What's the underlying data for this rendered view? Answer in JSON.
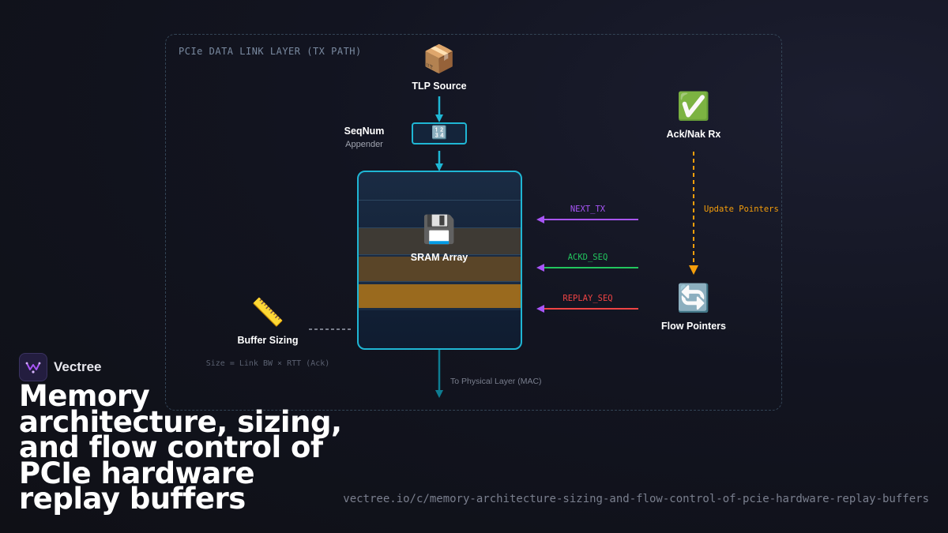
{
  "diagram": {
    "frame_title": "PCIe DATA LINK LAYER (TX PATH)",
    "nodes": {
      "tlp_source": {
        "icon": "📦",
        "icon_name": "package-icon",
        "label": "TLP Source"
      },
      "seqnum": {
        "icon": "🔢",
        "icon_name": "numbers-icon",
        "label": "SeqNum",
        "sublabel": "Appender"
      },
      "sram": {
        "icon": "💾",
        "icon_name": "floppy-disk-icon",
        "label": "SRAM Array"
      },
      "acknak": {
        "icon": "✅",
        "icon_name": "check-mark-icon",
        "label": "Ack/Nak Rx"
      },
      "flow_pointers": {
        "icon": "🔄",
        "icon_name": "refresh-arrows-icon",
        "label": "Flow Pointers"
      },
      "buffer_sizing": {
        "icon": "📏",
        "icon_name": "ruler-icon",
        "label": "Buffer Sizing",
        "formula": "Size = Link BW × RTT (Ack)"
      }
    },
    "pointers": [
      {
        "label": "NEXT_TX",
        "color": "#a855f7"
      },
      {
        "label": "ACKD_SEQ",
        "color": "#22c55e"
      },
      {
        "label": "REPLAY_SEQ",
        "color": "#ef4444"
      }
    ],
    "update_label": "Update Pointers",
    "update_color": "#f59e0b",
    "physical_label": "To Physical Layer (MAC)",
    "accent_color": "#1fb6d4"
  },
  "brand": {
    "name": "Vectree"
  },
  "headline": "Memory architecture, sizing, and flow control of PCIe hardware replay buffers",
  "url": "vectree.io/c/memory-architecture-sizing-and-flow-control-of-pcie-hardware-replay-buffers"
}
